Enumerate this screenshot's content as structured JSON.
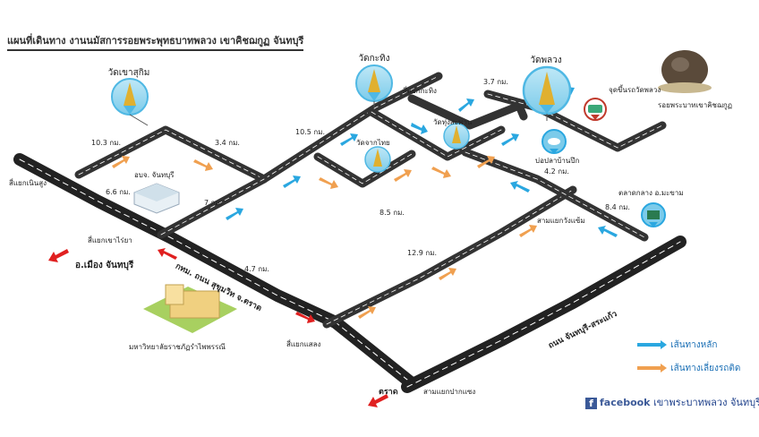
{
  "title": "แผนที่เดินทาง งานนมัสการรอยพระพุทธบาทพลวง เขาคิชฌกูฏ จันทบุรี",
  "temples": {
    "khao_sukim": "วัดเขาสุกิม",
    "kathing": "วัดกะทิง",
    "phluang": "วัดพลวง",
    "thung_saphan": "วัดทุ่งสะพาน",
    "chak_thai": "วัดจากไทย"
  },
  "places": {
    "kapi_rot_phluang": "จุดขึ้นรถวัดพลวง",
    "footprint": "รอยพระบาทเขาคิชฌกูฏ",
    "bo_pla_ban_pik": "บ่อปลาบ้านปึก",
    "talat_makham": "ตลาดกลาง อ.มะขาม",
    "school_office": "อบจ. จันทบุรี",
    "university": "มหาวิทยาลัยราชภัฏรำไพพรรณี"
  },
  "junctions": {
    "si_yaek_noen_sung": "สี่แยกเนินสูง",
    "si_yaek_khao_rai_ya": "สี่แยกเขาไร่ยา",
    "si_yaek_kathing": "สี่แยกกะทิง",
    "sam_yaek_wang_saem": "สามแยกวังแซ้ม",
    "si_yaek_salaeng": "สี่แยกแสลง",
    "sam_yaek_pak_saeng": "สามแยกปากแซง"
  },
  "distances": {
    "d1": "10.3 กม.",
    "d2": "3.4 กม.",
    "d3": "6.6 กม.",
    "d4": "7 กม.",
    "d5": "10.5 กม.",
    "d6": "3.7 กม.",
    "d7": "4.2 กม.",
    "d8": "8.5 กม.",
    "d9": "8.4 กม.",
    "d10": "12.9 กม.",
    "d11": "4.7 กม."
  },
  "directions": {
    "mueang": "อ.เมือง จันทบุรี",
    "trat": "ตราด"
  },
  "roads": {
    "sukhumvit": "กทม. ถนน สุขุมวิท จ.ตราด",
    "chanthaburi_sakaeo": "ถนน จันทบุรี-สระแก้ว"
  },
  "legend": {
    "main_route": "เส้นทางหลัก",
    "bypass_route": "เส้นทางเลี่ยงรถติด",
    "main_color": "#2aa7e0",
    "bypass_color": "#f0a050",
    "exit_color": "#e02020"
  },
  "footer": {
    "facebook": "facebook",
    "page_name": "เขาพระบาทพลวง จันทบุรี"
  }
}
